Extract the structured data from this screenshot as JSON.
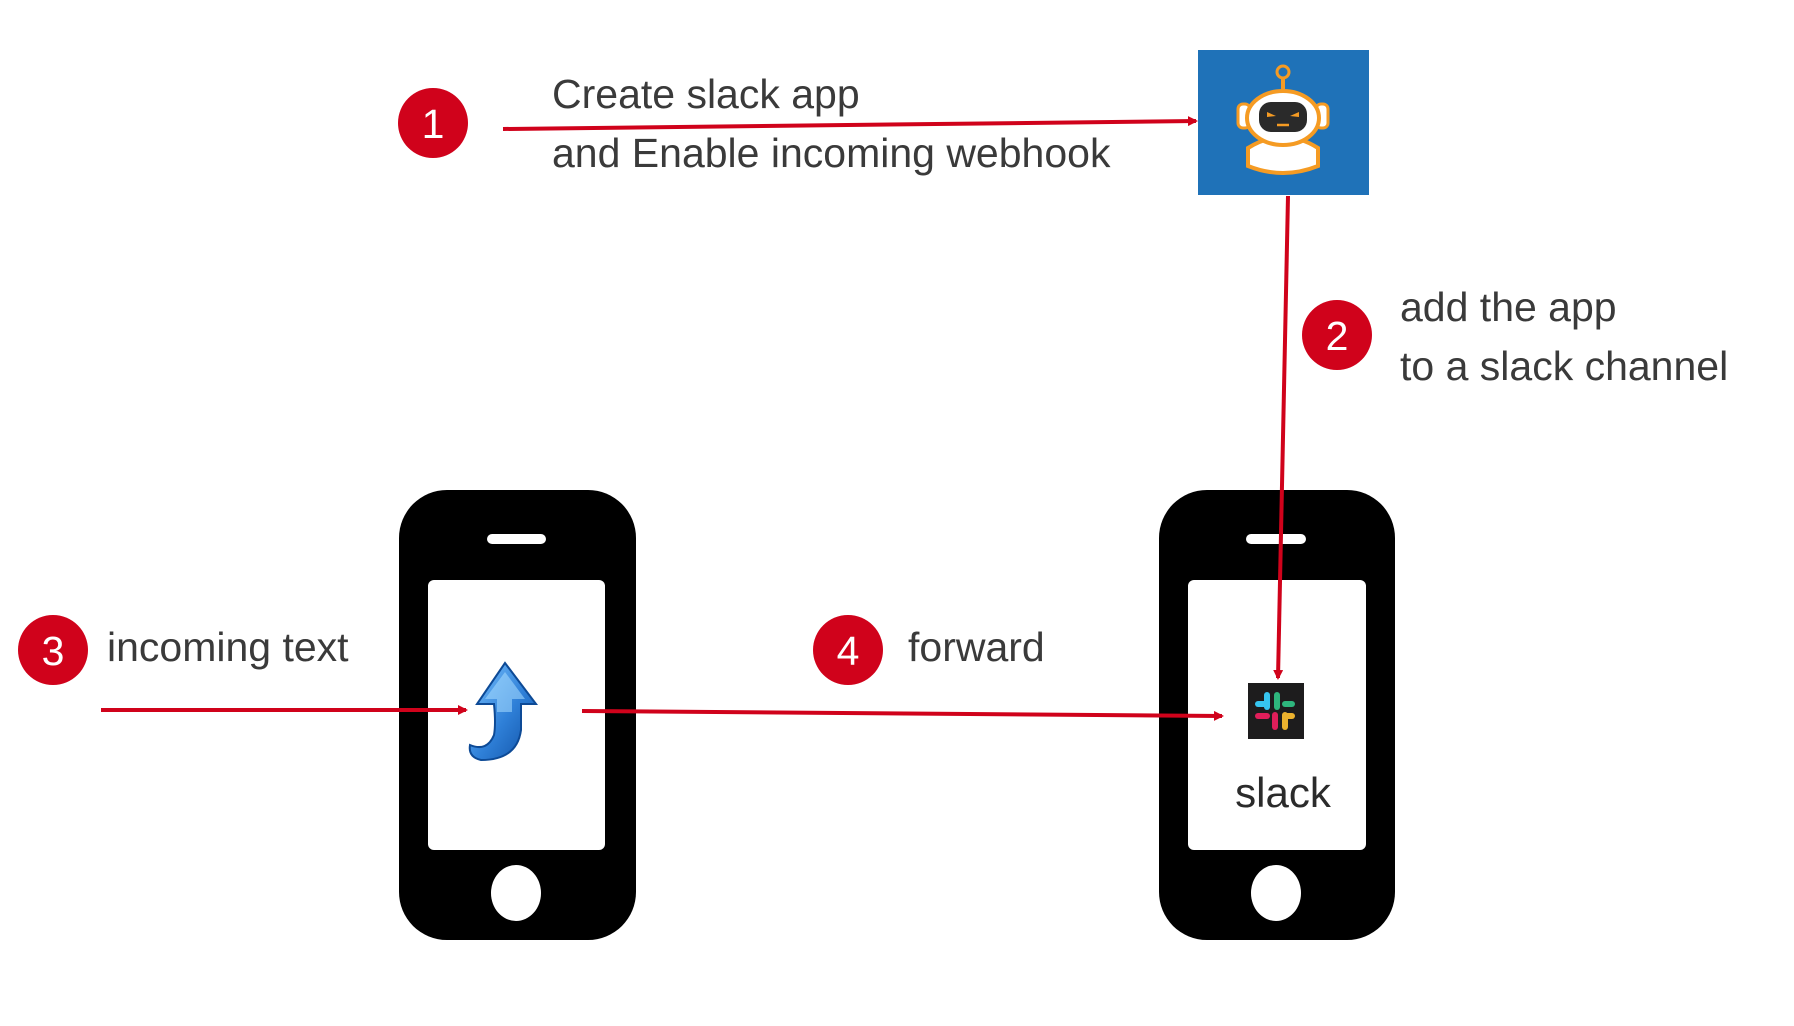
{
  "colors": {
    "arrow": "#d0021b",
    "badge": "#d0021b",
    "phone_body": "#000000",
    "phone_screen": "#ffffff",
    "bot_tile": "#1f72b8",
    "bot_accent": "#f59b23",
    "upload_arrow": "#2f80d8",
    "text": "#3a3a3a"
  },
  "icons": {
    "bot": "robot-icon",
    "phone_left": "smartphone-icon",
    "phone_right": "smartphone-icon",
    "forward_app": "upload-arrow-icon",
    "slack": "slack-logo-icon"
  },
  "steps": [
    {
      "number": "1",
      "lines": [
        "Create slack app",
        "and Enable incoming webhook"
      ]
    },
    {
      "number": "2",
      "lines": [
        "add the app",
        "to a slack channel"
      ]
    },
    {
      "number": "3",
      "lines": [
        "incoming text"
      ]
    },
    {
      "number": "4",
      "lines": [
        "forward"
      ]
    }
  ],
  "slack": {
    "label": "slack"
  }
}
